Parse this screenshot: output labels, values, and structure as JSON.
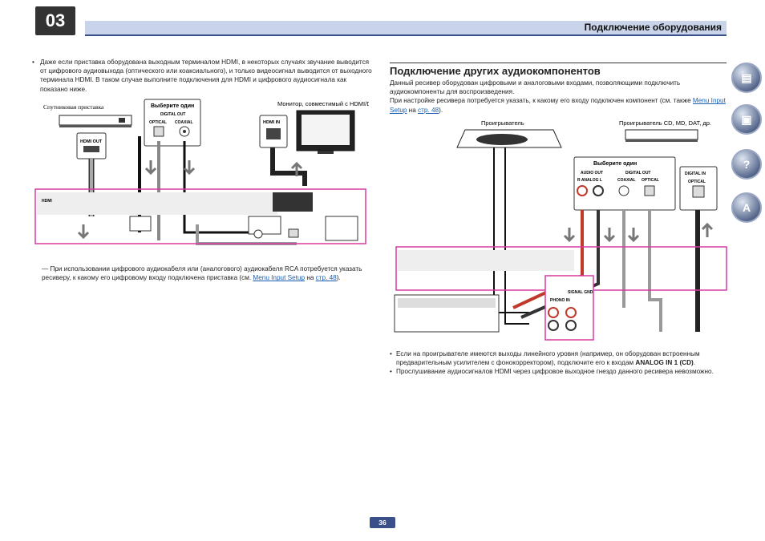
{
  "header": {
    "chapter": "03",
    "title": "Подключение оборудования"
  },
  "left": {
    "intro_bullet": "Даже если приставка оборудована выходным терминалом HDMI, в некоторых случаях звучание выводится от цифрового аудиовыхода (оптического или коаксиального), и только видеосигнал выводится от выходного терминала HDMI. В таком случае выполните подключения для HDMI и цифрового аудиосигнала как показано ниже.",
    "diagram": {
      "satellite_box": "Спутниковая приставка",
      "monitor": "Монитор, совместимый с HDMI/DVI",
      "choose_one": "Выберите один",
      "digital_out": "DIGITAL OUT",
      "optical": "OPTICAL",
      "coaxial": "COAXIAL",
      "hdmi_out": "HDMI OUT",
      "hdmi_in": "HDMI IN"
    },
    "note_prefix": "— При использовании цифрового аудиокабеля или (аналогового) аудиокабеля RCA потребуется указать ресиверу, к какому его цифровому входу подключена приставка (см. ",
    "note_link1": "Menu Input Setup",
    "note_mid": " на ",
    "note_link2": "стр. 48",
    "note_suffix": ")."
  },
  "right": {
    "section_title": "Подключение других аудиокомпонентов",
    "para1": "Данный ресивер оборудован цифровыми и аналоговыми входами, позволяющими подключить аудиокомпоненты для воспроизведения.",
    "para2_prefix": "При настройке ресивера потребуется указать, к какому его входу подключен компонент (см. также ",
    "para2_link1": "Menu Input Setup",
    "para2_mid": " на ",
    "para2_link2": "стр. 48",
    "para2_suffix": ").",
    "diagram": {
      "turntable": "Проигрыватель",
      "cd_player": "Проигрыватель CD, MD, DAT, др.",
      "choose_one": "Выберите один",
      "audio_out": "AUDIO OUT",
      "r_analog_l": "R  ANALOG  L",
      "digital_out": "DIGITAL OUT",
      "coaxial": "COAXIAL",
      "optical": "OPTICAL",
      "digital_in": "DIGITAL IN",
      "optical_in": "OPTICAL",
      "signal_gnd": "SIGNAL GND",
      "phono_in": "PHONO IN"
    },
    "bullet1_prefix": "Если на проигрывателе имеются выходы линейного уровня (например, он оборудован встроенным предварительным усилителем с фонокорректором), подключите его к входам ",
    "bullet1_bold": "ANALOG IN 1 (CD)",
    "bullet1_suffix": ".",
    "bullet2": "Прослушивание аудиосигналов HDMI через цифровое выходное гнездо данного ресивера невозможно."
  },
  "side_icons": [
    "book-icon",
    "remote-icon",
    "help-icon",
    "index-icon"
  ],
  "footer": {
    "page_number": "36"
  },
  "colors": {
    "accent": "#3b4f8a",
    "header_bg": "#c9d3ea",
    "panel_outline": "#d63aa3",
    "link": "#1a5fb4"
  }
}
